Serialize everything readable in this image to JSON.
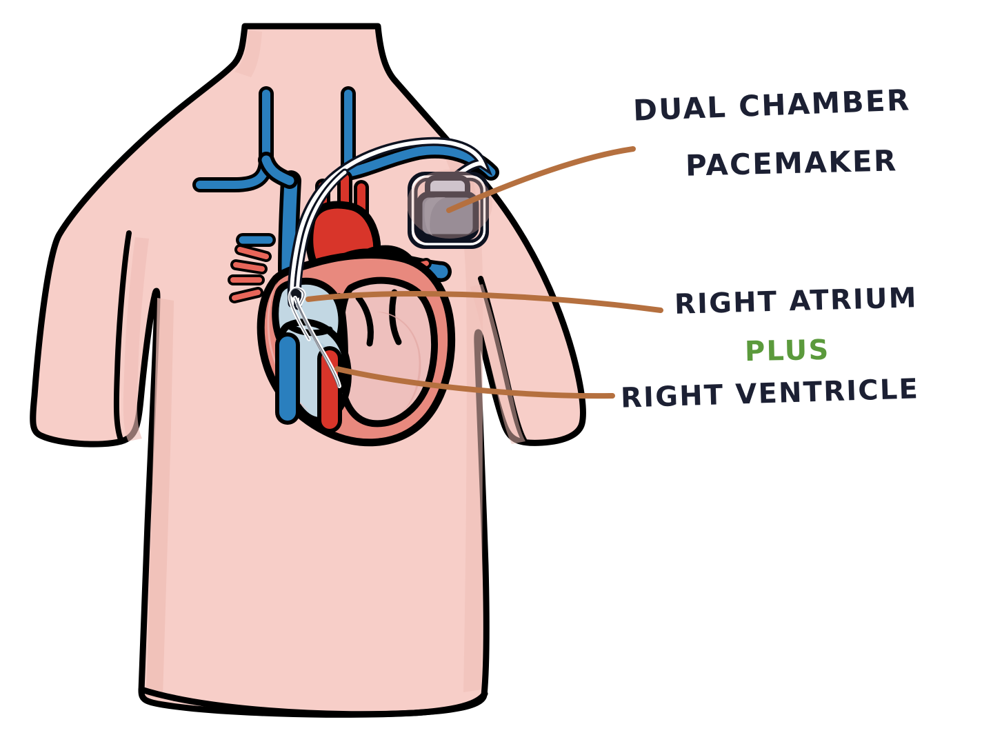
{
  "figure": {
    "title": "Dual chamber pacemaker implanted in the chest",
    "background_color": "#ffffff"
  },
  "labels": [
    {
      "id": "dual-chamber",
      "line1": "DUAL CHAMBER",
      "line2": "PACEMAKER",
      "color": "#1c2033",
      "style": "handwritten-uppercase"
    },
    {
      "id": "right-atrium",
      "text": "RIGHT ATRIUM",
      "color": "#1c2033"
    },
    {
      "id": "plus",
      "text": "PLUS",
      "color": "#5b9a3c"
    },
    {
      "id": "right-ventricle",
      "text": "RIGHT VENTRICLE",
      "color": "#1c2033"
    }
  ],
  "text": {
    "dual_chamber_line1": "DUAL CHAMBER",
    "dual_chamber_line2": "PACEMAKER",
    "right_atrium": "RIGHT ATRIUM",
    "plus": "PLUS",
    "right_ventricle": "RIGHT VENTRICLE"
  },
  "colors": {
    "page_background": "#ffffff",
    "torso_fill": "#f7cec8",
    "torso_shade": "#eebcb5",
    "torso_outline": "#000000",
    "vein_blue": "#2a7fbe",
    "artery_red": "#d8352a",
    "heart_wall": "#e8897e",
    "heart_chamber_blue": "#c2d7e3",
    "heart_chamber_pink": "#eec0bd",
    "pulmonary_pink": "#e29aa8",
    "device_body": "#71798a",
    "device_cap": "#c3cddd",
    "lead_white": "#ffffff",
    "pointer_brown": "#b5703f",
    "label_navy": "#1c2033",
    "label_green": "#5b9a3c"
  },
  "annotations": {
    "pointer_lines": [
      {
        "id": "pointer-pacemaker",
        "from": "pacemaker-device",
        "to": "dual-chamber-label"
      },
      {
        "id": "pointer-right-atrium",
        "from": "right-atrium-lead-tip",
        "to": "right-atrium-label"
      },
      {
        "id": "pointer-right-ventricle",
        "from": "right-ventricle-lead-tip",
        "to": "right-ventricle-label"
      }
    ]
  },
  "anatomy": {
    "parts": [
      "torso",
      "left-sleeve",
      "right-sleeve",
      "shirt-hem",
      "superior-vena-cava",
      "subclavian-vein",
      "brachiocephalic-veins",
      "aortic-arch",
      "pulmonary-artery",
      "pulmonary-veins",
      "right-atrium",
      "right-ventricle",
      "left-atrium",
      "left-ventricle",
      "inferior-vena-cava",
      "descending-aorta",
      "pacemaker-generator",
      "atrial-lead",
      "ventricular-lead"
    ]
  }
}
